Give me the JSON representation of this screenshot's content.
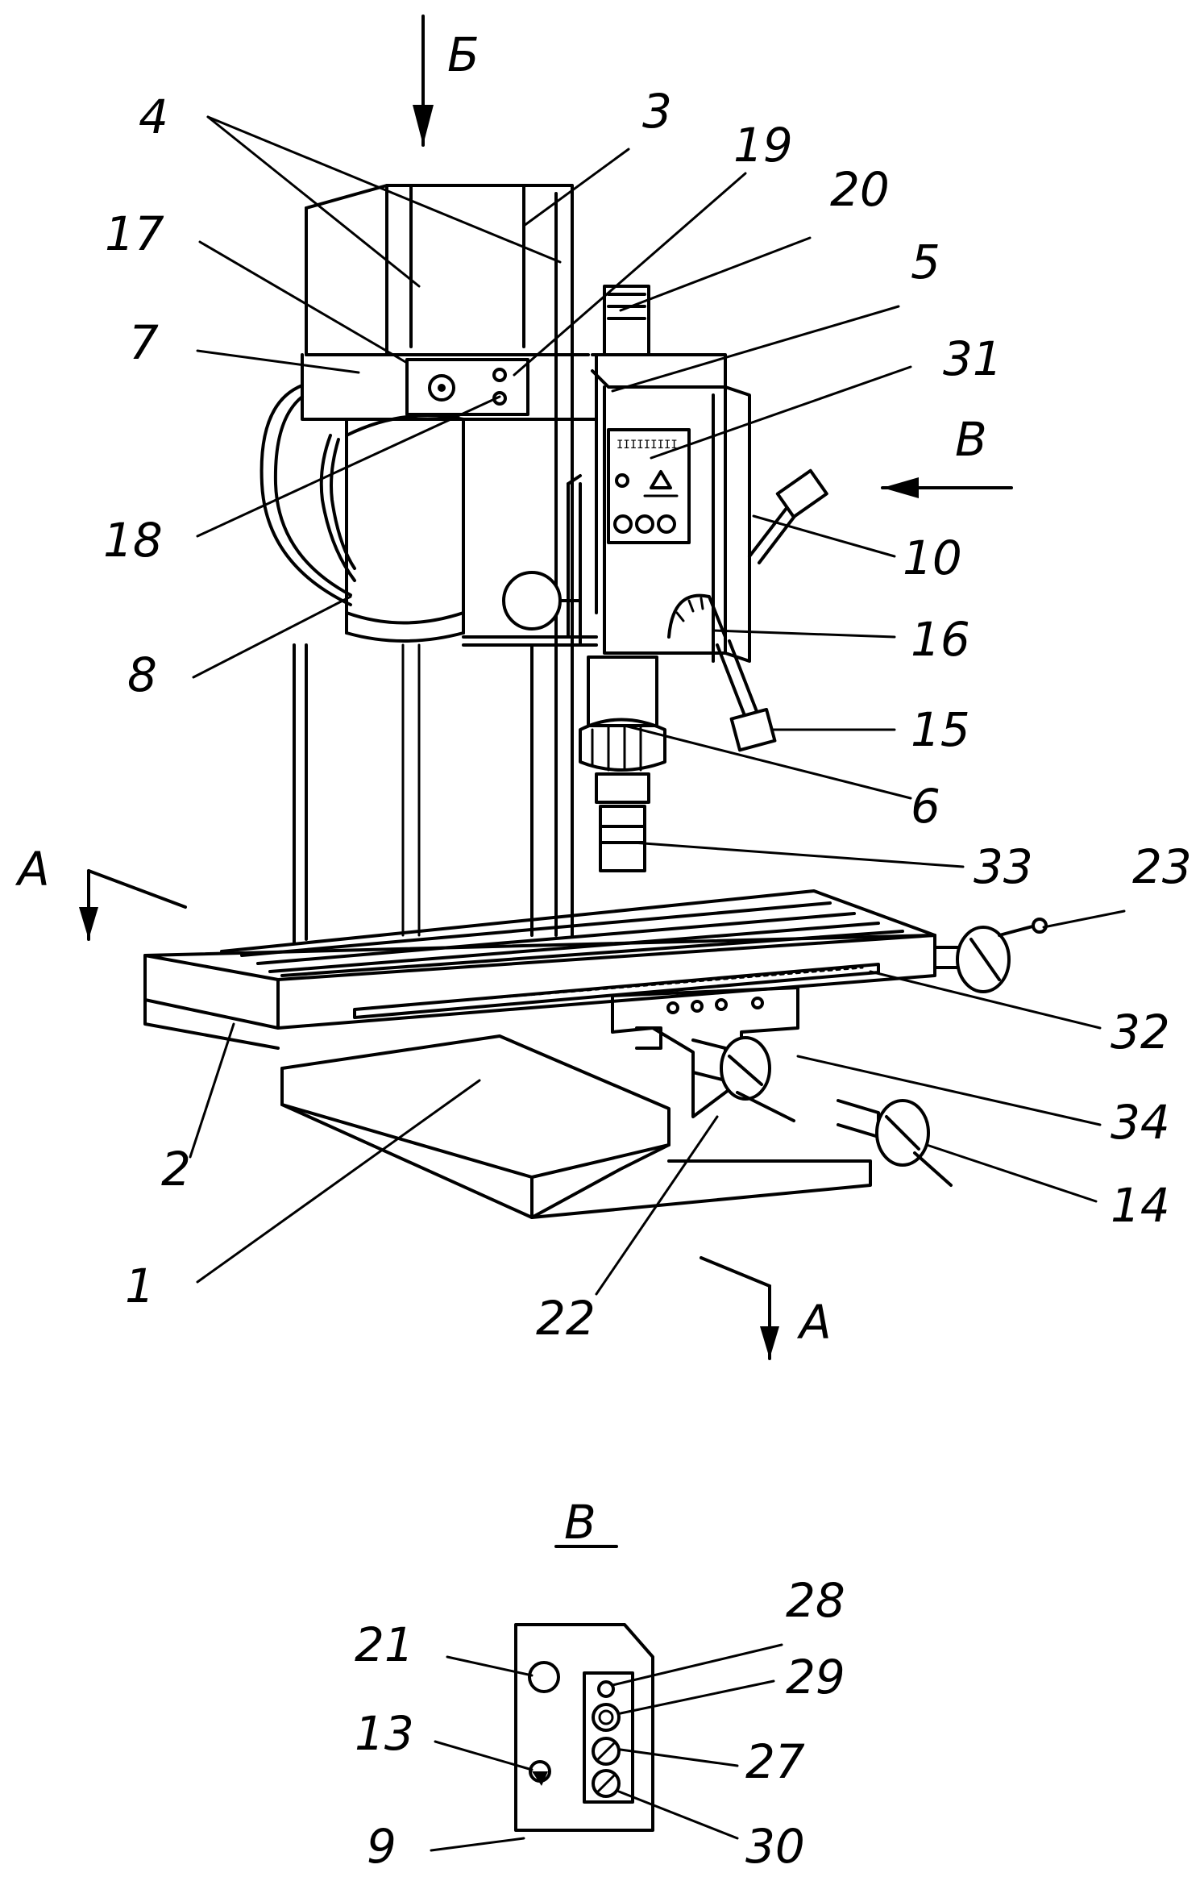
{
  "view_marks": {
    "b": "Б",
    "v": "В",
    "a_left": "А",
    "a_right": "А",
    "v_detail_title": "В"
  },
  "callouts": {
    "c1": "1",
    "c2": "2",
    "c3": "3",
    "c4": "4",
    "c5": "5",
    "c6": "6",
    "c7": "7",
    "c8": "8",
    "c9": "9",
    "c10": "10",
    "c13": "13",
    "c14": "14",
    "c15": "15",
    "c16": "16",
    "c17": "17",
    "c18": "18",
    "c19": "19",
    "c20": "20",
    "c21": "21",
    "c22": "22",
    "c23": "23",
    "c27": "27",
    "c28": "28",
    "c29": "29",
    "c30": "30",
    "c31": "31",
    "c32": "32",
    "c33": "33",
    "c34": "34"
  },
  "panel_indicator_text": "IIIIIIIII"
}
